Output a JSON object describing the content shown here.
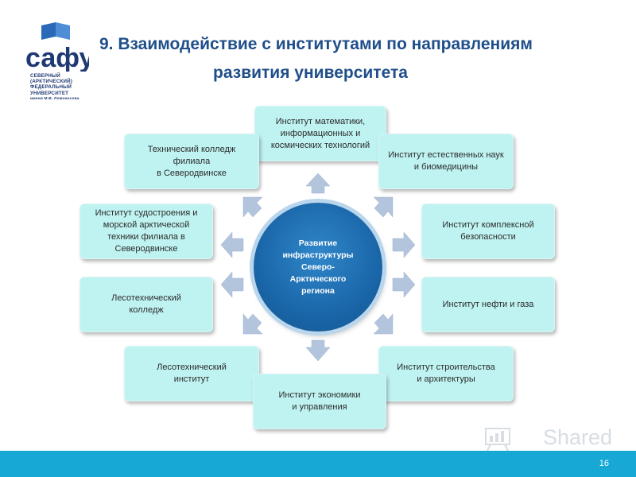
{
  "logo": {
    "text": "сафу",
    "subtitle_lines": [
      "СЕВЕРНЫЙ",
      "(АРКТИЧЕСКИЙ)",
      "ФЕДЕРАЛЬНЫЙ",
      "УНИВЕРСИТЕТ",
      "имени М.В. Ломоносова"
    ]
  },
  "title": {
    "line1": "9. Взаимодействие с институтами по направлениям",
    "line2": "развития университета"
  },
  "center": {
    "label": "Развитие\nинфраструктуры\nСеверо-\nАрктического\nрегиона"
  },
  "boxes": {
    "top": "Институт математики,\nинформационных и\nкосмических технологий",
    "tech_college": "Технический колледж\nфилиала\nв Северодвинске",
    "natural_sciences": "Институт естественных наук\nи биомедицины",
    "shipbuilding": "Институт судостроения и\nморской арктической\nтехники филиала в\nСеверодвинске",
    "complex_security": "Институт комплексной\nбезопасности",
    "forest_college": "Лесотехнический\nколледж",
    "oil_gas": "Институт нефти и газа",
    "forest_institute": "Лесотехнический\nинститут",
    "construction": "Институт строительства\nи архитектуры",
    "economics": "Институт экономики\nи управления"
  },
  "footer": {
    "page_number": "16"
  },
  "watermark": {
    "text": "Shared"
  },
  "colors": {
    "box_fill": "#bff3f1",
    "center_fill": "#1a66a9",
    "arrow": "#b3c4dd",
    "footer": "#17a8d6",
    "title": "#1f4e8a"
  }
}
